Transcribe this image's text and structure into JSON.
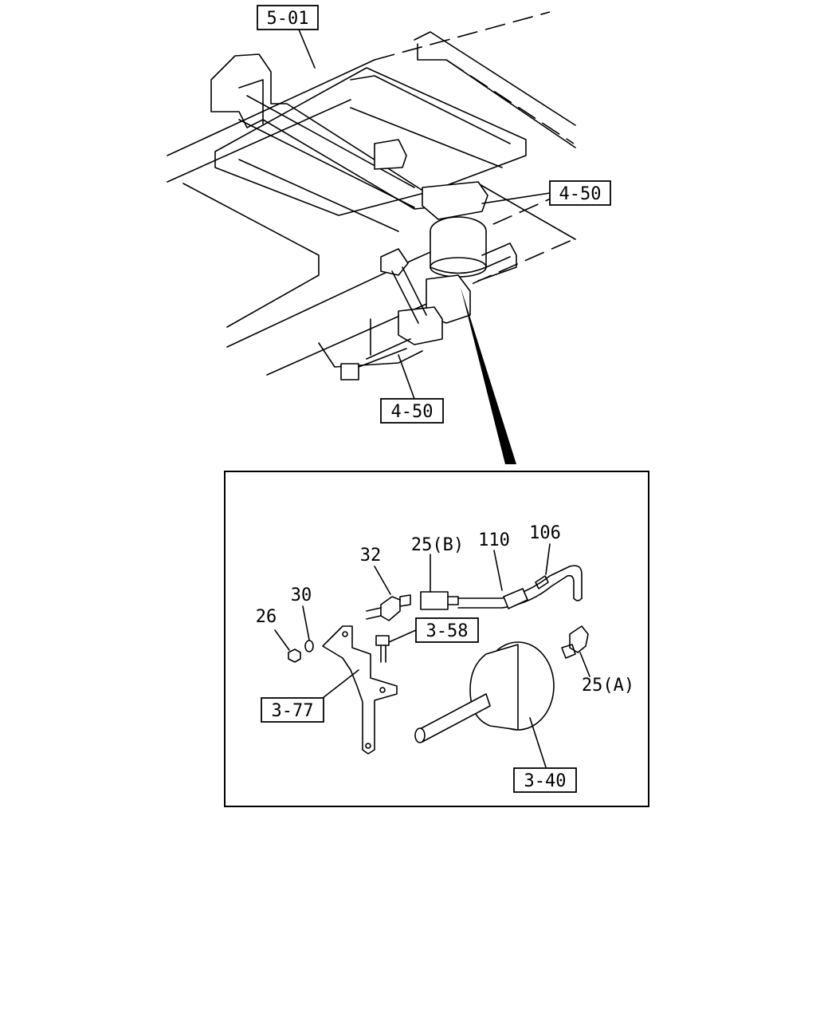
{
  "callouts": {
    "ref_5_01": "5-01",
    "ref_4_50_upper": "4-50",
    "ref_4_50_lower": "4-50",
    "ref_3_58": "3-58",
    "ref_3_77": "3-77",
    "ref_3_40": "3-40"
  },
  "part_numbers": {
    "p32": "32",
    "p25b": "25(B)",
    "p110": "110",
    "p106": "106",
    "p30": "30",
    "p26": "26",
    "p25a": "25(A)"
  }
}
